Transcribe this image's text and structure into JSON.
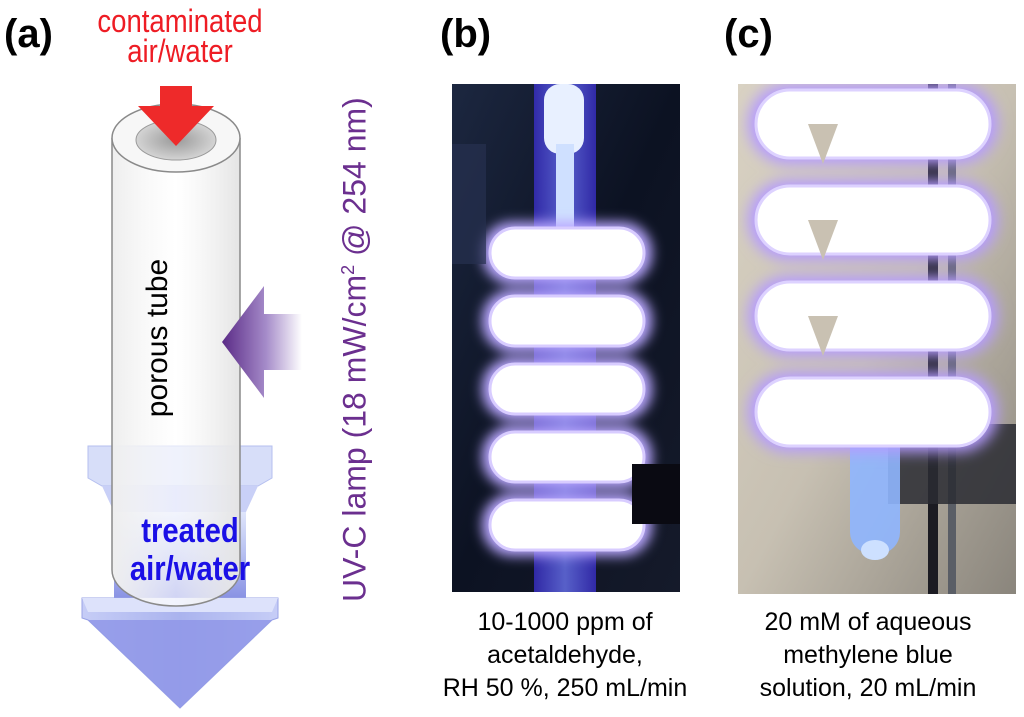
{
  "panels": {
    "a": {
      "label": "(a)",
      "inlet_label_line1": "contaminated",
      "inlet_label_line2": "air/water",
      "tube_label": "porous tube",
      "outlet_label_line1": "treated",
      "outlet_label_line2": "air/water",
      "lamp_label_main": "UV-C lamp (18 mW/cm",
      "lamp_label_sup": "2",
      "lamp_label_tail": " @ 254 nm)"
    },
    "b": {
      "label": "(b)",
      "caption_line1": "10-1000 ppm of",
      "caption_line2": "acetaldehyde,",
      "caption_line3": "RH 50 %, 250 mL/min"
    },
    "c": {
      "label": "(c)",
      "caption_line1": "20 mM of aqueous",
      "caption_line2": "methylene blue",
      "caption_line3": "solution, 20 mL/min"
    }
  },
  "colors": {
    "inlet_arrow": "#ee2a2a",
    "lamp_text": "#6b2f8f",
    "treated_text": "#1b10e6",
    "outlet_arrow": "#8f97e8"
  }
}
